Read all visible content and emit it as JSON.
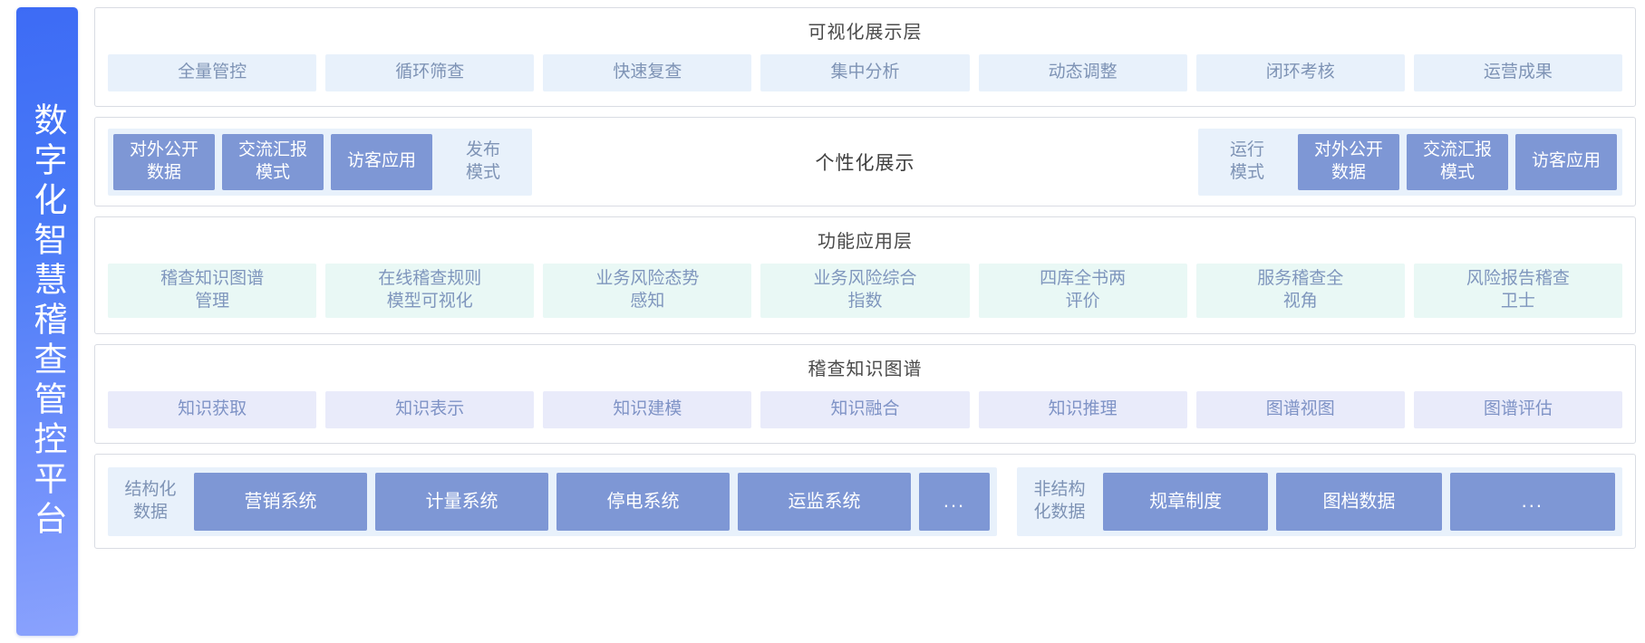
{
  "sidebar": {
    "title": "数字化智慧稽查管控平台"
  },
  "layers": {
    "visualization": {
      "title": "可视化展示层",
      "chips": [
        {
          "label": "全量管控"
        },
        {
          "label": "循环筛查"
        },
        {
          "label": "快速复查"
        },
        {
          "label": "集中分析"
        },
        {
          "label": "动态调整"
        },
        {
          "label": "闭环考核"
        },
        {
          "label": "运营成果"
        }
      ]
    },
    "personalized": {
      "center_title": "个性化展示",
      "left_group": [
        {
          "label": "对外公开\n数据",
          "style": "solid"
        },
        {
          "label": "交流汇报\n模式",
          "style": "solid"
        },
        {
          "label": "访客应用",
          "style": "solid"
        },
        {
          "label": "发布\n模式",
          "style": "pale"
        }
      ],
      "right_group": [
        {
          "label": "运行\n模式",
          "style": "pale"
        },
        {
          "label": "对外公开\n数据",
          "style": "solid"
        },
        {
          "label": "交流汇报\n模式",
          "style": "solid"
        },
        {
          "label": "访客应用",
          "style": "solid"
        }
      ]
    },
    "function": {
      "title": "功能应用层",
      "chips": [
        {
          "label": "稽查知识图谱\n管理"
        },
        {
          "label": "在线稽查规则\n模型可视化"
        },
        {
          "label": "业务风险态势\n感知"
        },
        {
          "label": "业务风险综合\n指数"
        },
        {
          "label": "四库全书两\n评价"
        },
        {
          "label": "服务稽查全\n视角"
        },
        {
          "label": "风险报告稽查\n卫士"
        }
      ]
    },
    "knowledge_graph": {
      "title": "稽查知识图谱",
      "chips": [
        {
          "label": "知识获取"
        },
        {
          "label": "知识表示"
        },
        {
          "label": "知识建模"
        },
        {
          "label": "知识融合"
        },
        {
          "label": "知识推理"
        },
        {
          "label": "图谱视图"
        },
        {
          "label": "图谱评估"
        }
      ]
    },
    "data_sources": {
      "structured": {
        "group_label": "结构化\n数据",
        "items": [
          {
            "label": "营销系统",
            "kind": "system"
          },
          {
            "label": "计量系统",
            "kind": "system"
          },
          {
            "label": "停电系统",
            "kind": "system"
          },
          {
            "label": "运监系统",
            "kind": "system"
          },
          {
            "label": "...",
            "kind": "ellipsis"
          }
        ]
      },
      "unstructured": {
        "group_label": "非结构\n化数据",
        "items": [
          {
            "label": "规章制度",
            "kind": "system"
          },
          {
            "label": "图档数据",
            "kind": "system"
          },
          {
            "label": "...",
            "kind": "ellipsis"
          }
        ]
      }
    }
  },
  "colors": {
    "brand_blue_start": "#3d6bf5",
    "brand_blue_end": "#8aa2fd",
    "chip_pale_blue_bg": "#e8f1fb",
    "chip_mint_bg": "#e9f8f5",
    "chip_lavender_bg": "#e9ebfa",
    "chip_solid_blue_bg": "#7e97d5",
    "chip_text_blue": "#7e93b5",
    "panel_border": "#d9dce3",
    "title_text": "#4a4a4a"
  }
}
